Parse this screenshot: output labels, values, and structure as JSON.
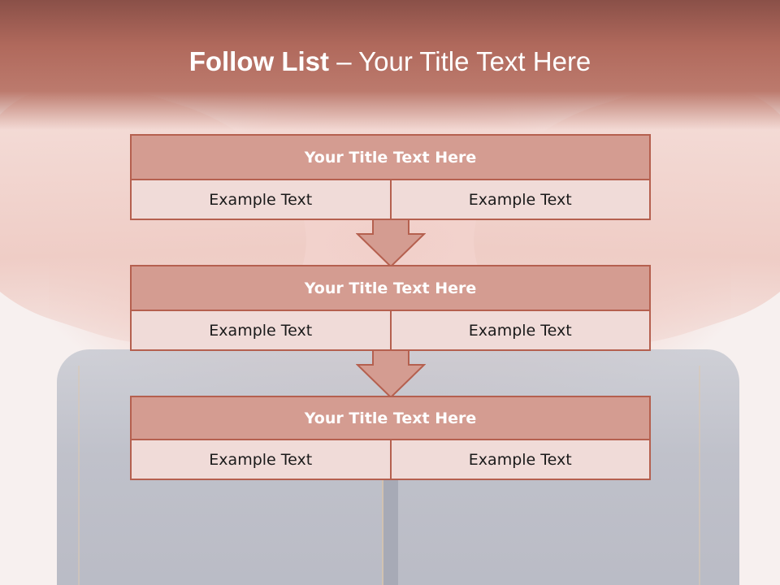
{
  "title": {
    "bold": "Follow List",
    "rest": " – Your Title Text Here"
  },
  "blocks": [
    {
      "heading": "Your Title Text Here",
      "cells": [
        "Example Text",
        "Example Text"
      ]
    },
    {
      "heading": "Your Title Text Here",
      "cells": [
        "Example Text",
        "Example Text"
      ]
    },
    {
      "heading": "Your Title Text Here",
      "cells": [
        "Example Text",
        "Example Text"
      ]
    }
  ],
  "colors": {
    "header_fill": "#d49c91",
    "border": "#b5604f",
    "row_fill": "#f0dbd8",
    "title_band": "#b0695c"
  }
}
